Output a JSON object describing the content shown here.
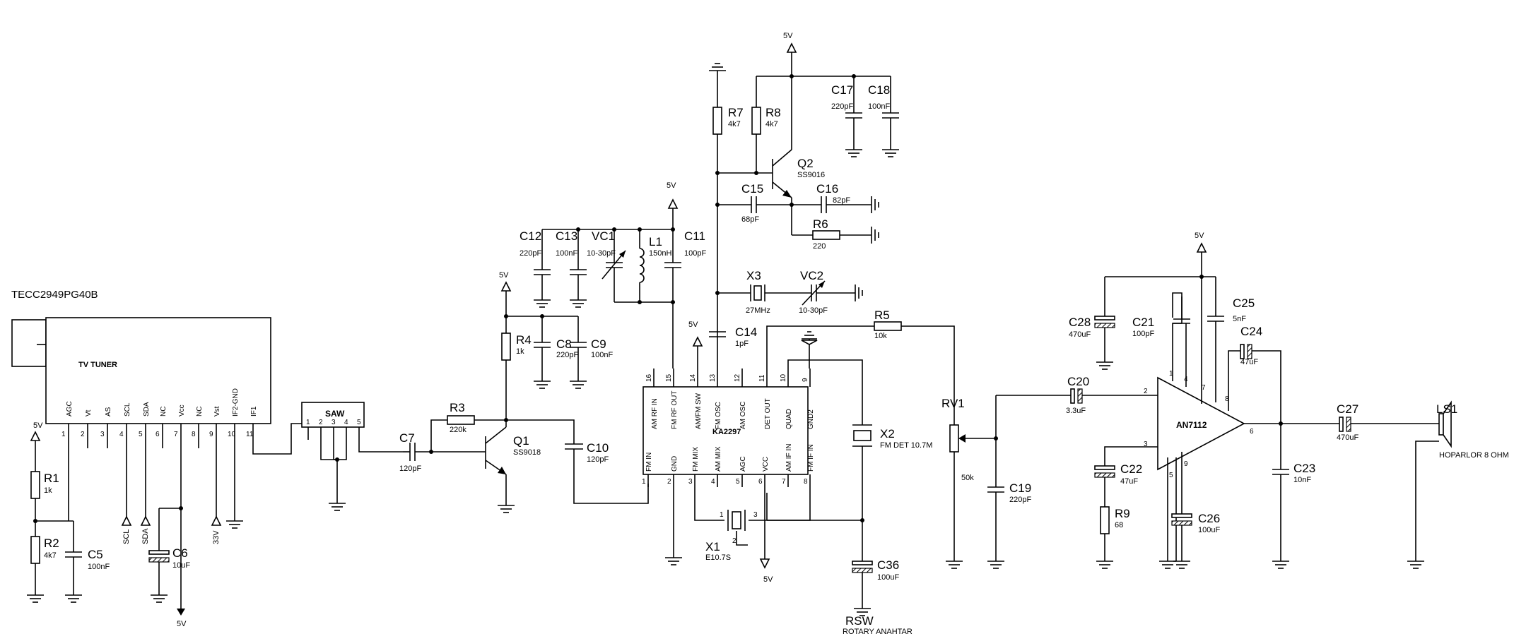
{
  "title": "TECC2949PG40B",
  "tuner": {
    "label": "TV TUNER",
    "pins": [
      "AGC",
      "Vt",
      "AS",
      "SCL",
      "SDA",
      "NC",
      "Vcc",
      "NC",
      "Vst",
      "IF2-GND",
      "IF1"
    ],
    "pin_numbers": [
      "1",
      "2",
      "3",
      "4",
      "5",
      "6",
      "7",
      "8",
      "9",
      "10",
      "11"
    ]
  },
  "saw": {
    "label": "SAW",
    "pins": [
      "1",
      "2",
      "3",
      "4",
      "5"
    ]
  },
  "ka2297": {
    "label": "KA2297",
    "top_pins": [
      "AM RF IN",
      "FM RF OUT",
      "AM/FM SW",
      "FM OSC",
      "AM OSC",
      "DET OUT",
      "QUAD",
      "GND2"
    ],
    "top_numbers": [
      "16",
      "15",
      "14",
      "13",
      "12",
      "11",
      "10",
      "9"
    ],
    "bottom_pins": [
      "FM IN",
      "GND",
      "FM MIX",
      "AM MIX",
      "AGC",
      "VCC",
      "AM IF IN",
      "FM IF IN"
    ],
    "bottom_numbers": [
      "1",
      "2",
      "3",
      "4",
      "5",
      "6",
      "7",
      "8"
    ]
  },
  "an7112": {
    "label": "AN7112",
    "pins": [
      "1",
      "2",
      "3",
      "4",
      "5",
      "6",
      "7",
      "8",
      "9"
    ]
  },
  "components": {
    "R1": {
      "ref": "R1",
      "val": "1k"
    },
    "R2": {
      "ref": "R2",
      "val": "4k7"
    },
    "C5": {
      "ref": "C5",
      "val": "100nF"
    },
    "C6": {
      "ref": "C6",
      "val": "10uF"
    },
    "C7": {
      "ref": "C7",
      "val": "120pF"
    },
    "R3": {
      "ref": "R3",
      "val": "220k"
    },
    "R4": {
      "ref": "R4",
      "val": "1k"
    },
    "Q1": {
      "ref": "Q1",
      "val": "SS9018"
    },
    "C8": {
      "ref": "C8",
      "val": "220pF"
    },
    "C9": {
      "ref": "C9",
      "val": "100nF"
    },
    "C10": {
      "ref": "C10",
      "val": "120pF"
    },
    "C12": {
      "ref": "C12",
      "val": "220pF"
    },
    "C13": {
      "ref": "C13",
      "val": "100nF"
    },
    "VC1": {
      "ref": "VC1",
      "val": "10-30pF"
    },
    "L1": {
      "ref": "L1",
      "val": "150nH"
    },
    "C11": {
      "ref": "C11",
      "val": "100pF"
    },
    "R7": {
      "ref": "R7",
      "val": "4k7"
    },
    "R8": {
      "ref": "R8",
      "val": "4k7"
    },
    "Q2": {
      "ref": "Q2",
      "val": "SS9016"
    },
    "C17": {
      "ref": "C17",
      "val": "220pF"
    },
    "C18": {
      "ref": "C18",
      "val": "100nF"
    },
    "C15": {
      "ref": "C15",
      "val": "68pF"
    },
    "C16": {
      "ref": "C16",
      "val": "82pF"
    },
    "R6": {
      "ref": "R6",
      "val": "220"
    },
    "X3": {
      "ref": "X3",
      "val": "27MHz"
    },
    "VC2": {
      "ref": "VC2",
      "val": "10-30pF"
    },
    "C14": {
      "ref": "C14",
      "val": "1pF"
    },
    "R5": {
      "ref": "R5",
      "val": "10k"
    },
    "X2": {
      "ref": "X2",
      "val": "FM DET 10.7M"
    },
    "X1": {
      "ref": "X1",
      "val": "E10.7S"
    },
    "C36": {
      "ref": "C36",
      "val": "100uF"
    },
    "RSW": {
      "ref": "RSW",
      "val": "ROTARY ANAHTAR"
    },
    "RV1": {
      "ref": "RV1",
      "val": "50k"
    },
    "C19": {
      "ref": "C19",
      "val": "220pF"
    },
    "C20": {
      "ref": "C20",
      "val": "3.3uF"
    },
    "C28": {
      "ref": "C28",
      "val": "470uF"
    },
    "C21": {
      "ref": "C21",
      "val": "100pF"
    },
    "C25": {
      "ref": "C25",
      "val": "5nF"
    },
    "C24": {
      "ref": "C24",
      "val": "47uF"
    },
    "C22": {
      "ref": "C22",
      "val": "47uF"
    },
    "R9": {
      "ref": "R9",
      "val": "68"
    },
    "C26": {
      "ref": "C26",
      "val": "100uF"
    },
    "C23": {
      "ref": "C23",
      "val": "10nF"
    },
    "C27": {
      "ref": "C27",
      "val": "470uF"
    },
    "LS1": {
      "ref": "LS1",
      "val": "HOPARLOR 8 OHM"
    }
  },
  "nets": {
    "v5": "5V",
    "scl": "SCL",
    "sda": "SDA",
    "v33": "33V",
    "x1_pins": [
      "1",
      "2",
      "3"
    ]
  }
}
